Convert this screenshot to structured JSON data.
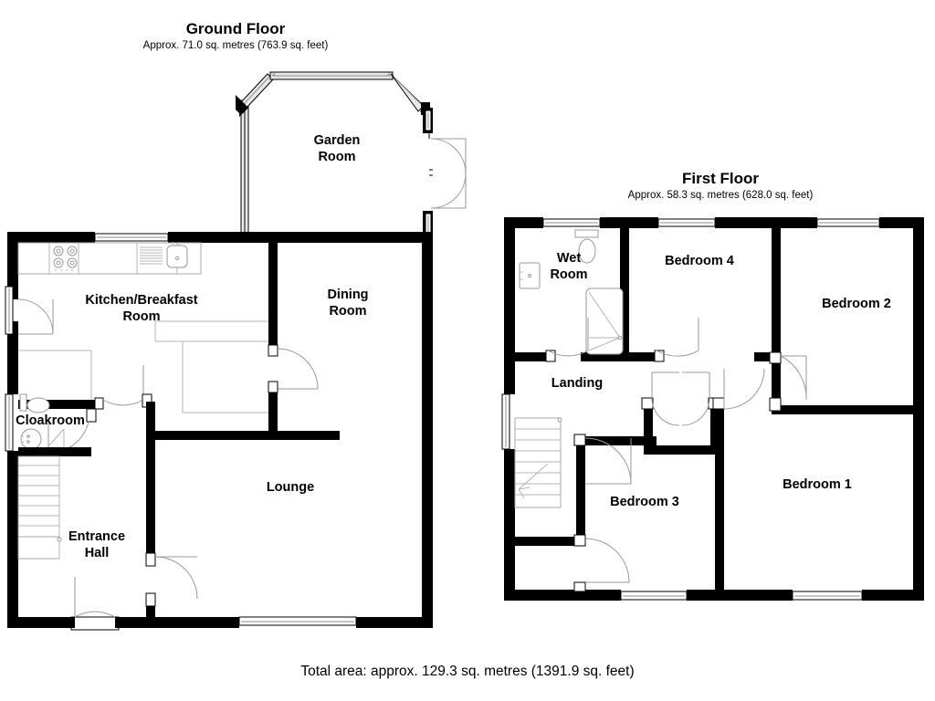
{
  "document": {
    "type": "floor-plan",
    "total_area": "Total area: approx. 129.3 sq. metres (1391.9 sq. feet)",
    "background_color": "#ffffff",
    "wall_color": "#000000"
  },
  "floors": [
    {
      "id": "ground",
      "title": "Ground Floor",
      "subtitle": "Approx. 71.0 sq. metres (763.9 sq. feet)",
      "area_sq_metres": 71.0,
      "area_sq_feet": 763.9,
      "rooms": [
        {
          "id": "garden-room",
          "label_line1": "Garden",
          "label_line2": "Room"
        },
        {
          "id": "kitchen",
          "label_line1": "Kitchen/Breakfast",
          "label_line2": "Room"
        },
        {
          "id": "dining-room",
          "label_line1": "Dining",
          "label_line2": "Room"
        },
        {
          "id": "lounge",
          "label_line1": "Lounge",
          "label_line2": ""
        },
        {
          "id": "cloakroom",
          "label_line1": "Cloakroom",
          "label_line2": ""
        },
        {
          "id": "entrance-hall",
          "label_line1": "Entrance",
          "label_line2": "Hall"
        }
      ]
    },
    {
      "id": "first",
      "title": "First Floor",
      "subtitle": "Approx. 58.3 sq. metres (628.0 sq. feet)",
      "area_sq_metres": 58.3,
      "area_sq_feet": 628.0,
      "rooms": [
        {
          "id": "wet-room",
          "label_line1": "Wet",
          "label_line2": "Room"
        },
        {
          "id": "bedroom-4",
          "label_line1": "Bedroom 4",
          "label_line2": ""
        },
        {
          "id": "bedroom-2",
          "label_line1": "Bedroom 2",
          "label_line2": ""
        },
        {
          "id": "landing",
          "label_line1": "Landing",
          "label_line2": ""
        },
        {
          "id": "bedroom-3",
          "label_line1": "Bedroom 3",
          "label_line2": ""
        },
        {
          "id": "bedroom-1",
          "label_line1": "Bedroom 1",
          "label_line2": ""
        }
      ]
    }
  ],
  "fixtures": {
    "kitchen": [
      "hob-icon",
      "sink-icon",
      "drainer-icon",
      "worktop-icon"
    ],
    "cloakroom": [
      "toilet-icon",
      "basin-icon"
    ],
    "wet_room": [
      "toilet-icon",
      "basin-icon",
      "shower-tray-icon"
    ],
    "ground_stairs": "staircase-icon",
    "first_stairs": "staircase-icon"
  }
}
